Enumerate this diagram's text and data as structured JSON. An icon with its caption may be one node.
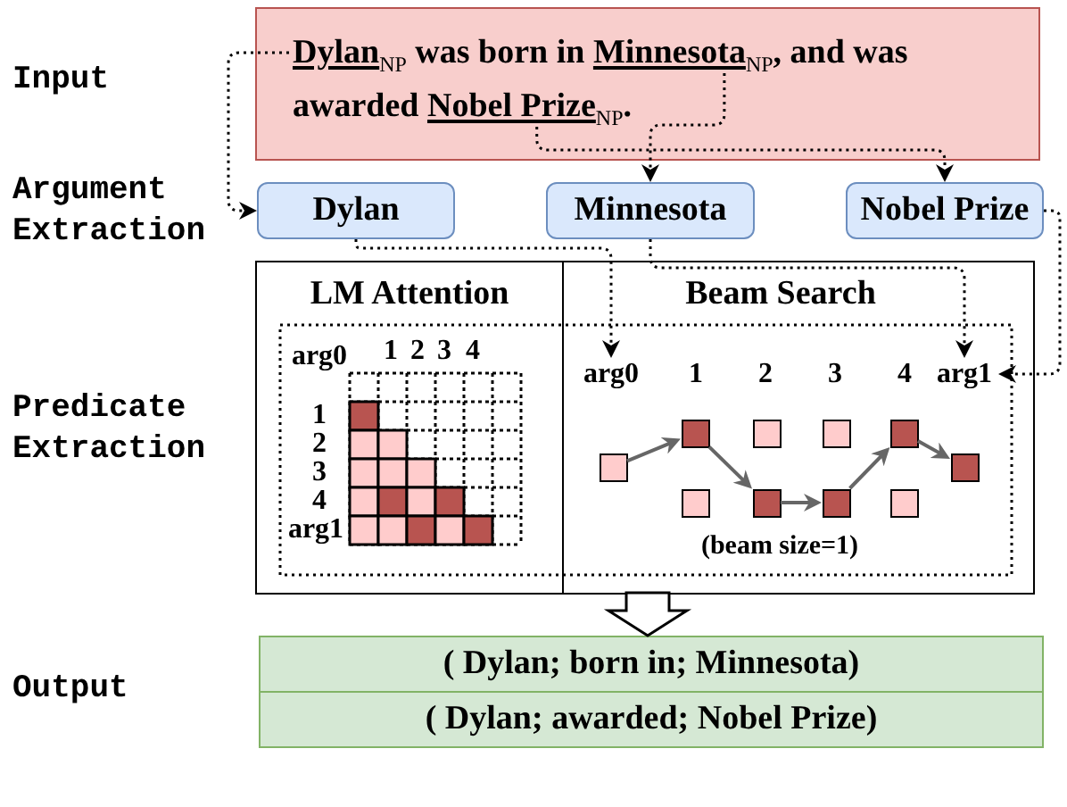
{
  "diagram": {
    "nodes": [
      {
        "text": [
          "Dylan$_{NP}$ was born in Minnesota$_{NP}$, and was awarded Nobel Prize$_{NP}$."
        ]
      },
      {
        "text": [
          "Dylan"
        ]
      },
      {
        "text": [
          "Minnesota"
        ]
      },
      {
        "text": [
          "Nobel Prize"
        ]
      },
      {
        "text": [
          "LM Attention"
        ]
      },
      {
        "text": [
          "Beam Search"
        ]
      },
      {
        "text": [
          "arg0"
        ],
        "in": 5
      },
      {
        "text": [
          "arg1"
        ],
        "in": 5
      },
      {
        "text": [],
        "shape": "box",
        "in": 5
      },
      {
        "text": [],
        "shape": "box",
        "in": 5
      },
      {
        "text": [],
        "shape": "box",
        "in": 5
      },
      {
        "text": [],
        "shape": "box",
        "in": 5
      },
      {
        "text": [],
        "shape": "box",
        "in": 5
      },
      {
        "text": [],
        "shape": "box",
        "in": 5
      },
      {
        "text": [],
        "shape": "box",
        "in": 5
      },
      {
        "text": [],
        "shape": "box",
        "in": 5
      },
      {
        "text": [],
        "shape": "box",
        "in": 5
      },
      {
        "text": [],
        "shape": "box",
        "in": 5
      },
      {
        "text": [
          "( Dylan; born in; Minnesota)"
        ]
      },
      {
        "text": [
          "( Dylan; awarded; Nobel Prize)"
        ]
      }
    ],
    "edges": [
      {
        "from": 0,
        "to": 1,
        "arrow": "to",
        "style": "dashed"
      },
      {
        "from": 0,
        "to": 2,
        "arrow": "to",
        "style": "dashed"
      },
      {
        "from": 0,
        "to": 3,
        "arrow": "to",
        "style": "dashed"
      },
      {
        "from": 1,
        "to": 6,
        "arrow": "to",
        "style": "dashed"
      },
      {
        "from": 2,
        "to": 7,
        "arrow": "to",
        "style": "dashed"
      },
      {
        "from": 3,
        "to": 7,
        "arrow": "to",
        "style": "dashed"
      },
      {
        "from": 8,
        "to": 9,
        "arrow": "to",
        "color": "#666666"
      },
      {
        "from": 9,
        "to": 12,
        "arrow": "to",
        "color": "#666666"
      },
      {
        "from": 12,
        "to": 14,
        "arrow": "to",
        "color": "#666666"
      },
      {
        "from": 14,
        "to": 15,
        "arrow": "to",
        "color": "#666666"
      },
      {
        "from": 15,
        "to": 17,
        "arrow": "to",
        "color": "#666666"
      },
      {
        "from": 5,
        "to": 18,
        "arrow": "to",
        "style": "thick"
      }
    ],
    "labels": [
      "Input",
      "Argument Extraction",
      "Predicate Extraction",
      "arg0",
      "1",
      "2",
      "3",
      "4",
      "1",
      "2",
      "3",
      "4",
      "arg1",
      "1",
      "2",
      "3",
      "4",
      "(beam size=1)",
      "Output"
    ]
  }
}
